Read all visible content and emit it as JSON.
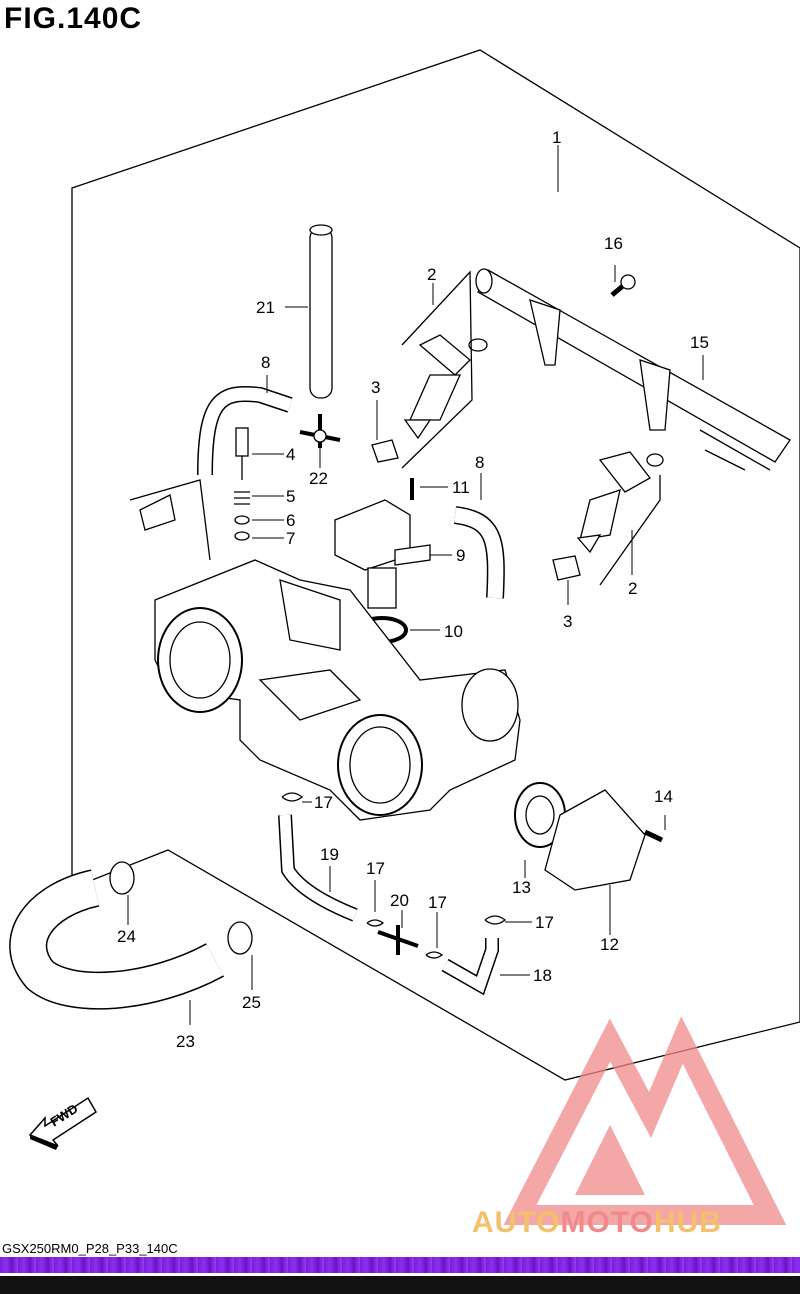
{
  "title": "FIG.140C",
  "footer_code": "GSX250RM0_P28_P33_140C",
  "fwd_label": "FWD",
  "brand": {
    "part1": "AUTO",
    "part2": "MOTO",
    "part3": "HUB"
  },
  "callouts": [
    "1",
    "2",
    "2",
    "3",
    "3",
    "4",
    "5",
    "6",
    "7",
    "8",
    "8",
    "9",
    "10",
    "11",
    "12",
    "13",
    "14",
    "15",
    "16",
    "17",
    "17",
    "17",
    "17",
    "18",
    "19",
    "20",
    "21",
    "22",
    "23",
    "24",
    "25"
  ]
}
